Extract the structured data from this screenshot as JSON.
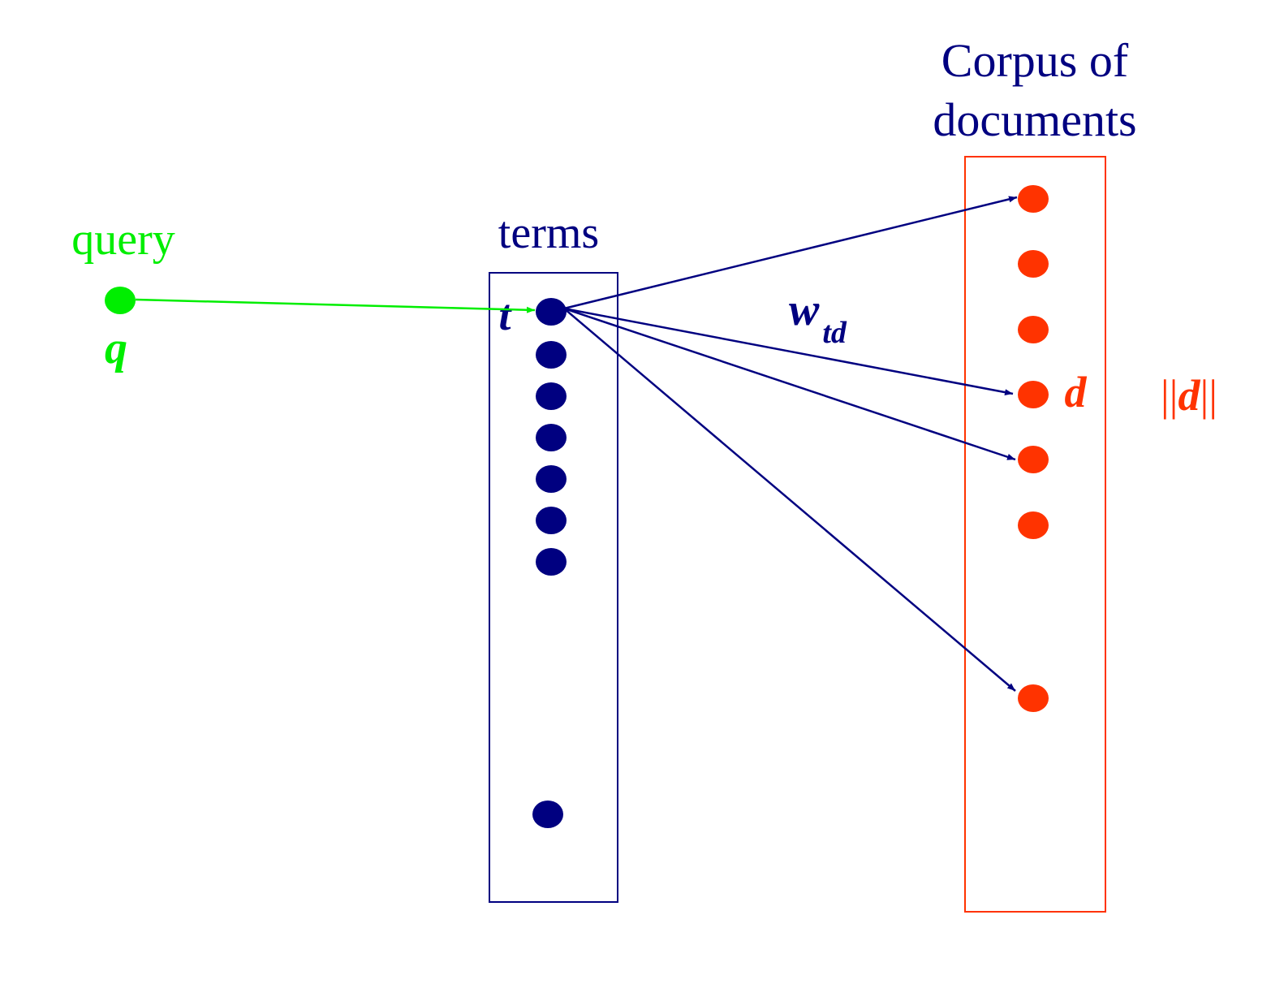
{
  "labels": {
    "query": "query",
    "q": "q",
    "terms": "terms",
    "t": "t",
    "corpus_line1": "Corpus of",
    "corpus_line2": "documents",
    "w": "w",
    "w_sub": "td",
    "d": "d",
    "d_norm_bars_left": "||",
    "d_norm_d": "d",
    "d_norm_bars_right": "||"
  },
  "colors": {
    "navy": "#000080",
    "green": "#00ee00",
    "red": "#ff3300"
  }
}
